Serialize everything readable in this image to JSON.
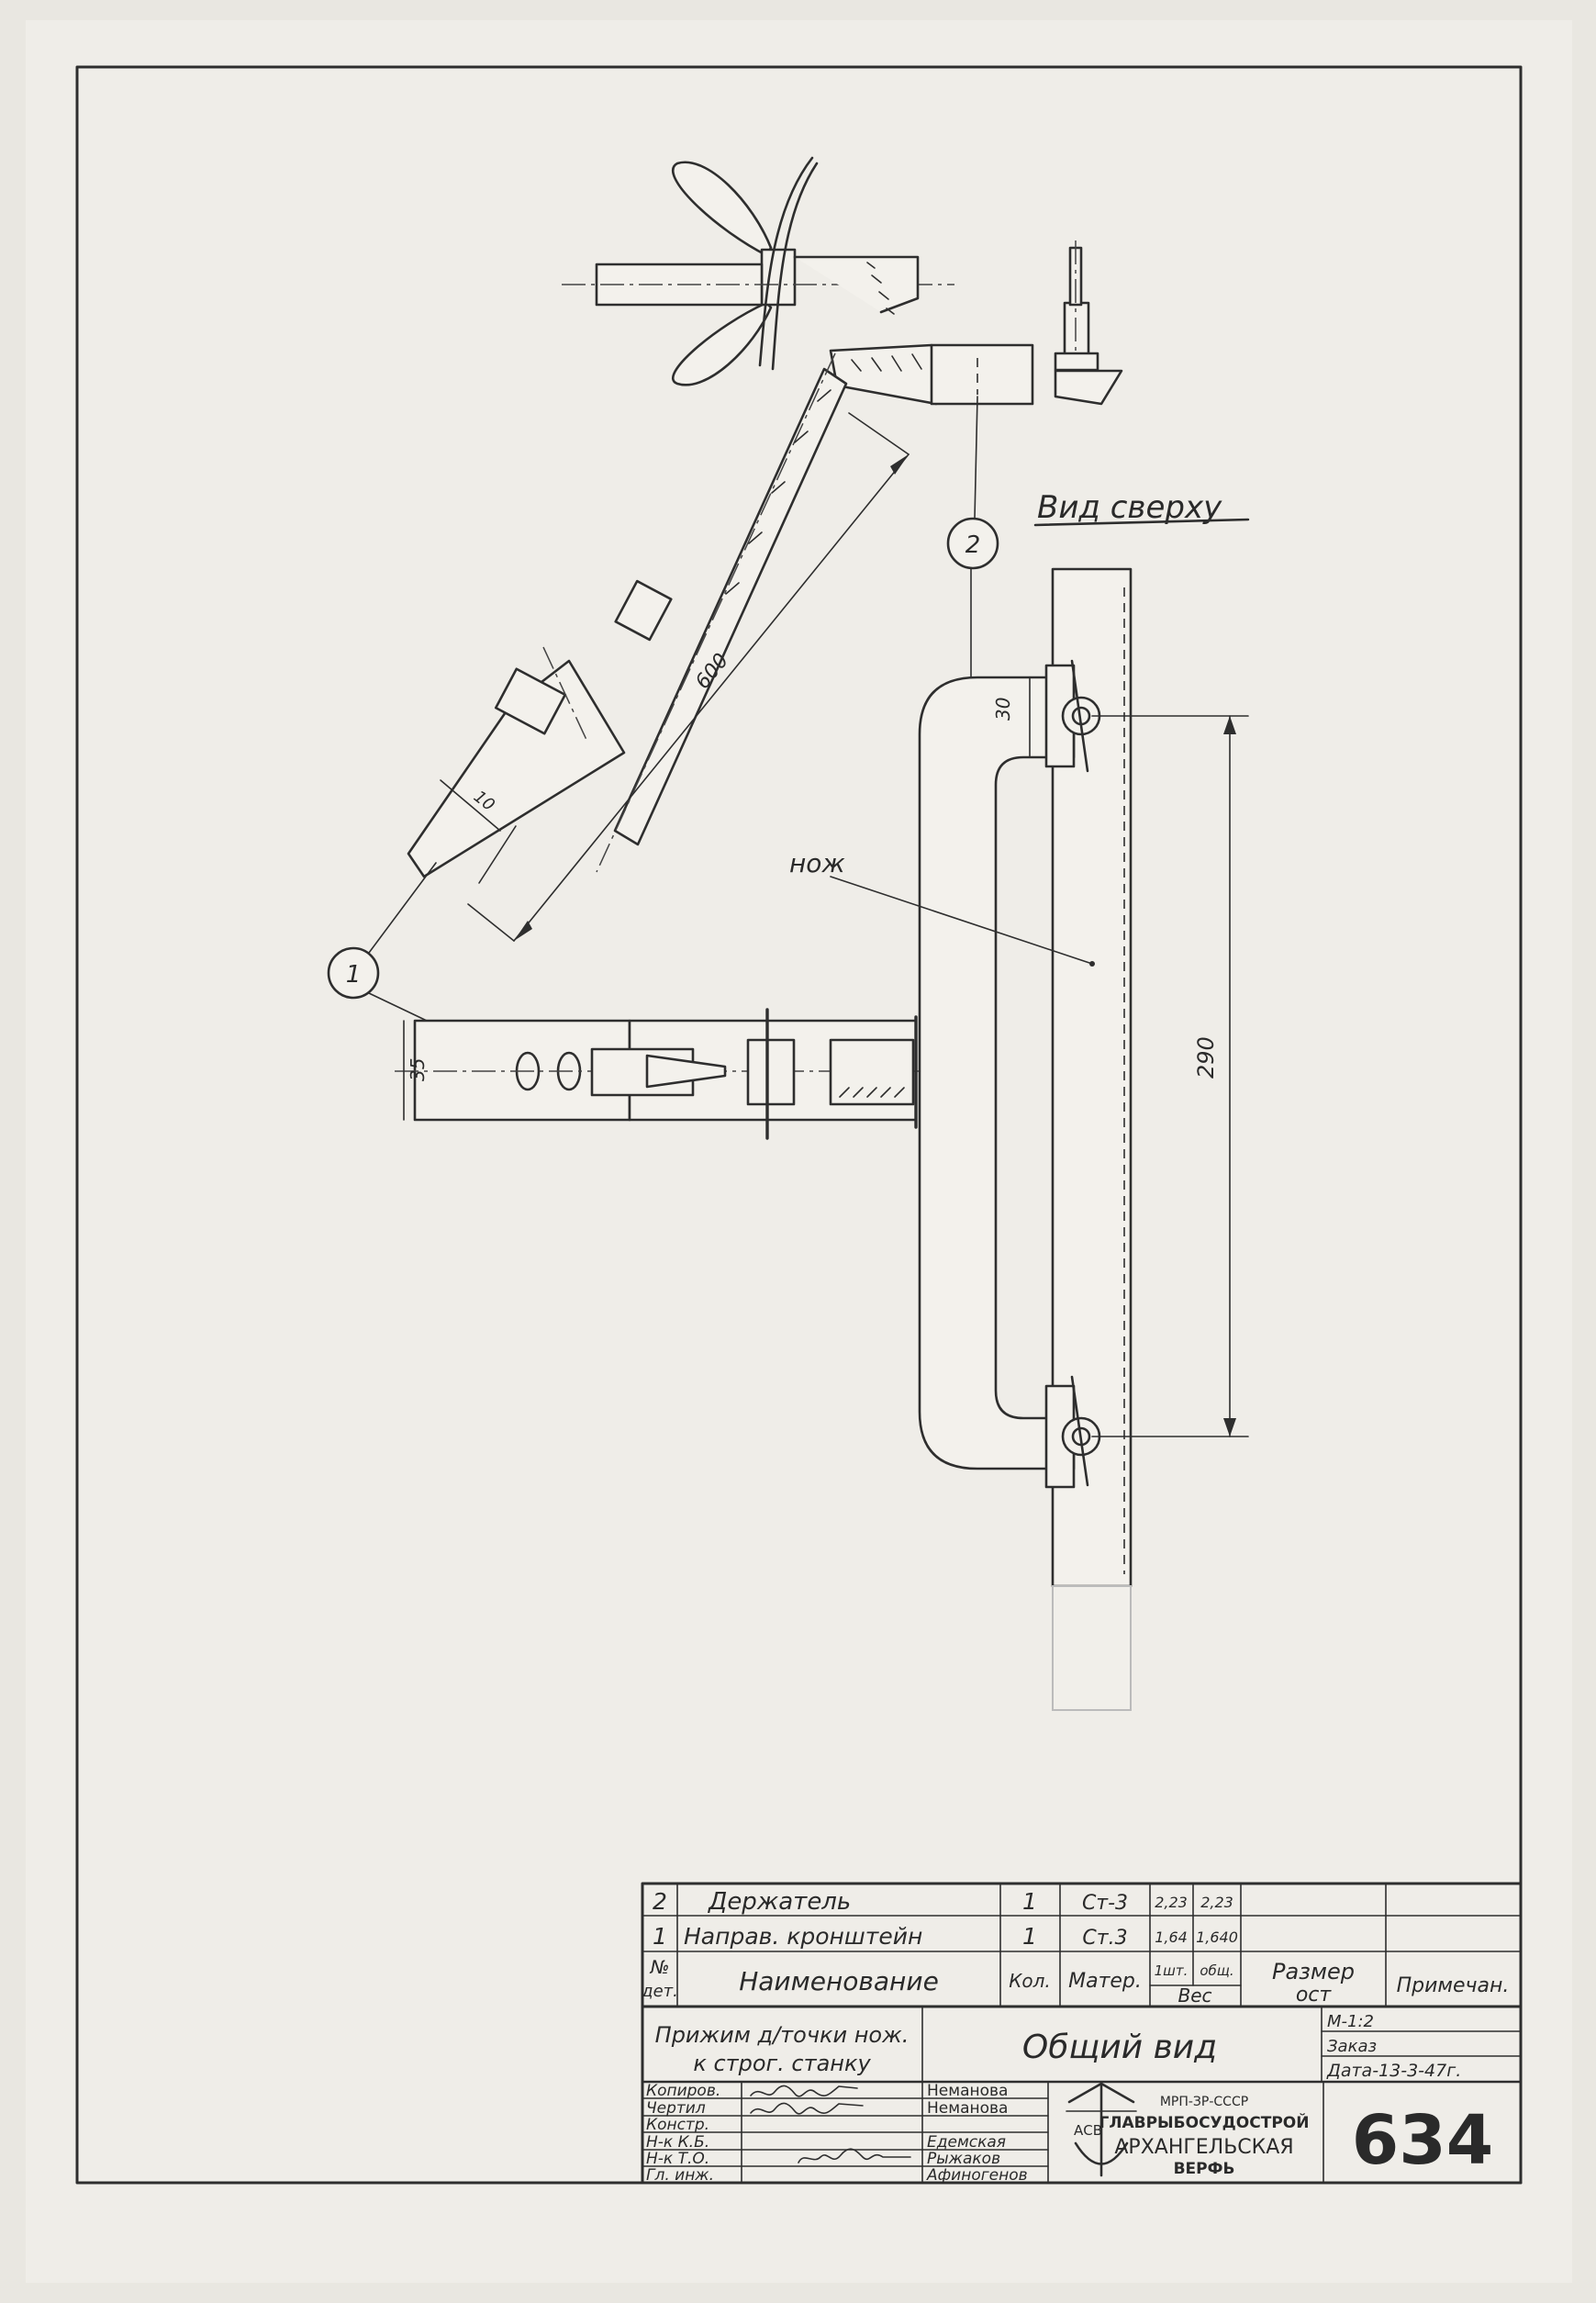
{
  "drawing": {
    "view_top_label": "Вид сверху",
    "balloon_1": "1",
    "balloon_2": "2",
    "knife_label": "нож",
    "dimensions": {
      "d600": "600",
      "d10": "10",
      "d30": "30",
      "d290": "290",
      "d35": "35"
    }
  },
  "parts": [
    {
      "no": "2",
      "name": "Держатель",
      "qty": "1",
      "material": "Ст-3",
      "weight_unit": "2,23",
      "weight_total": "2,23"
    },
    {
      "no": "1",
      "name": "Направ. кронштейн",
      "qty": "1",
      "material": "Ст.3",
      "weight_unit": "1,64",
      "weight_total": "1,640"
    }
  ],
  "table_header": {
    "no_line1": "№",
    "no_line2": "дет.",
    "name": "Наименование",
    "qty": "Кол.",
    "material": "Матер.",
    "unit": "1шт.",
    "total": "общ.",
    "weight": "Вес",
    "size_line1": "Размер",
    "size_line2": "ост",
    "note": "Примечан."
  },
  "title_block": {
    "product_line1": "Прижим д/точки нож.",
    "product_line2": "к строг. станку",
    "view_name": "Общий вид",
    "scale": "М-1:2",
    "order": "Заказ",
    "date": "Дата-13-3-47г.",
    "roles": [
      "Копиров.",
      "Чертил",
      "Констр.",
      "Н-к К.Б.",
      "Н-к Т.О.",
      "Гл. инж."
    ],
    "names": [
      "Неманова",
      "Неманова",
      "",
      "Едемская",
      "Рыжаков",
      "Афиногенов"
    ],
    "org_line1": "МРП-ЗР-СССР",
    "org_line2": "ГЛАВРЫБОСУДОСТРОЙ",
    "org_line3": "АРХАНГЕЛЬСКАЯ",
    "org_line4": "ВЕРФЬ",
    "sheet_number": "634"
  }
}
